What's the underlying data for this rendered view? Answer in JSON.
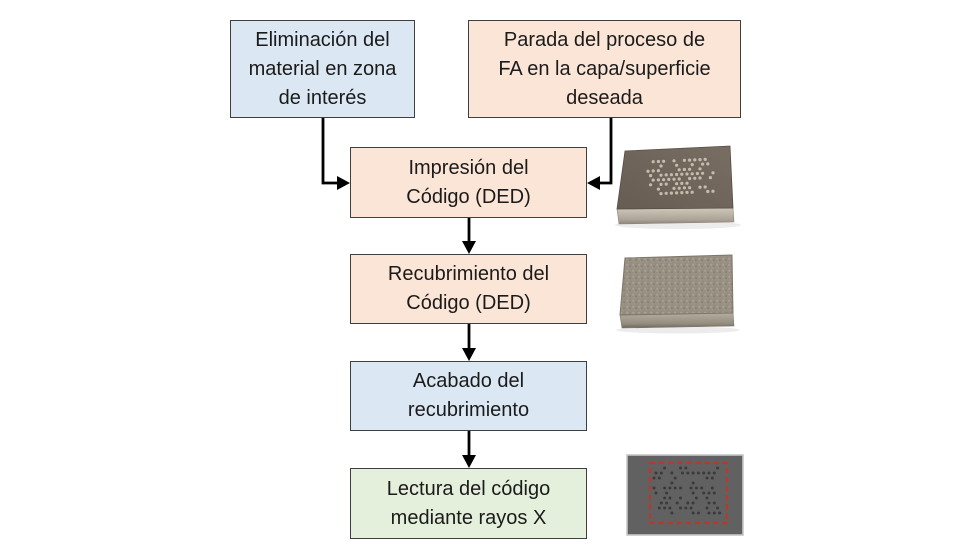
{
  "flow": {
    "steps": [
      {
        "id": "eliminacion",
        "label": "Eliminación del\nmaterial en zona\nde interés",
        "fill": "#dbe7f3"
      },
      {
        "id": "parada",
        "label": "Parada del proceso de\nFA en la capa/superficie\ndeseada",
        "fill": "#fbe5d7"
      },
      {
        "id": "impresion",
        "label": "Impresión del\nCódigo (DED)",
        "fill": "#fbe5d7"
      },
      {
        "id": "recubrimiento",
        "label": "Recubrimiento del\nCódigo (DED)",
        "fill": "#fbe5d7"
      },
      {
        "id": "acabado",
        "label": "Acabado del\nrecubrimiento",
        "fill": "#dbe7f3"
      },
      {
        "id": "lectura",
        "label": "Lectura del código\nmediante rayos X",
        "fill": "#e4efdc"
      }
    ]
  },
  "figures": {
    "printed_plate": "metal-plate-with-printed-dot-code-photo",
    "coated_plate": "metal-plate-with-coated-surface-photo",
    "xray_scan": "xray-readout-of-embedded-code-photo"
  },
  "colors": {
    "box_border": "#3f3f3f",
    "arrow": "#000000",
    "blue_fill": "#dbe7f3",
    "peach_fill": "#fbe5d7",
    "green_fill": "#e4efdc",
    "text": "#1b1b1b",
    "xray_highlight": "#b23b2e",
    "plate_top": "#6f665c",
    "plate_dot": "#c5bcab",
    "xray_body": "#616161",
    "xray_dot": "#3a3a3a"
  }
}
